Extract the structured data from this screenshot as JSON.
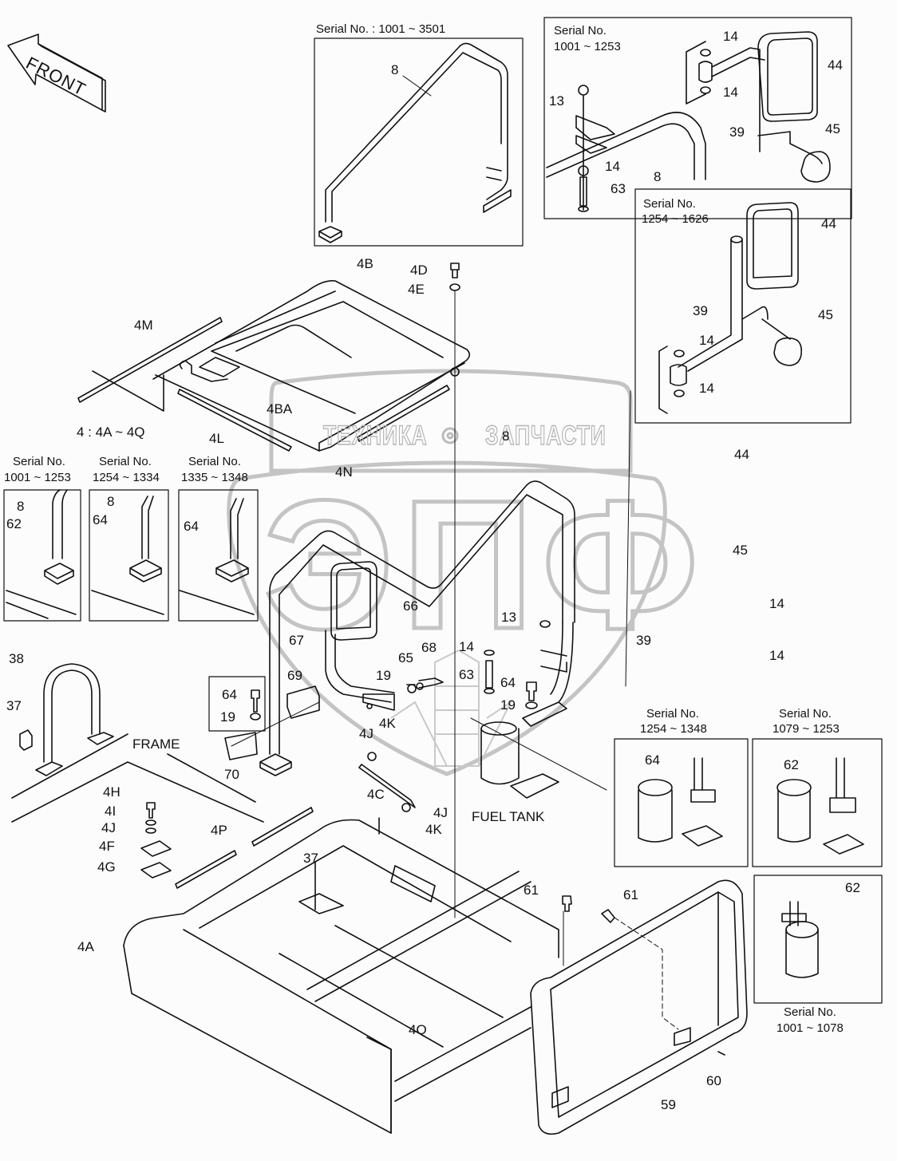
{
  "diagram": {
    "direction_indicator": "FRONT",
    "assembly_note": "4 : 4A ~ 4Q",
    "area_labels": {
      "frame": "FRAME",
      "fuel_tank": "FUEL TANK"
    },
    "watermark": {
      "left_word": "ТЕХНИКА",
      "right_word": "ЗАПЧАСТИ",
      "logo": "ЭПФ"
    },
    "insets": [
      {
        "id": "handrail-top",
        "serial_text": "Serial No. : 1001 ~ 3501",
        "parts": [
          "8"
        ]
      },
      {
        "id": "mirror-upper-right",
        "serial_title": "Serial No.",
        "serial_range": "1001 ~ 1253",
        "parts": [
          "13",
          "14",
          "14",
          "14",
          "44",
          "39",
          "45",
          "8",
          "63"
        ]
      },
      {
        "id": "mirror-mid-right",
        "serial_title": "Serial No.",
        "serial_range": "1254 ~ 1626",
        "parts": [
          "44",
          "39",
          "45",
          "14",
          "14"
        ]
      },
      {
        "id": "rail-base-a",
        "serial_title": "Serial No.",
        "serial_range": "1001 ~ 1253",
        "parts": [
          "8",
          "62"
        ]
      },
      {
        "id": "rail-base-b",
        "serial_title": "Serial No.",
        "serial_range": "1254 ~ 1334",
        "parts": [
          "8",
          "64"
        ]
      },
      {
        "id": "rail-base-c",
        "serial_title": "Serial No.",
        "serial_range": "1335 ~ 1348",
        "parts": [
          "64"
        ]
      },
      {
        "id": "clamp-bolt",
        "parts": [
          "64",
          "19"
        ]
      },
      {
        "id": "tank-mount-a",
        "serial_title": "Serial No.",
        "serial_range": "1254 ~ 1348",
        "parts": [
          "64"
        ]
      },
      {
        "id": "tank-mount-b",
        "serial_title": "Serial No.",
        "serial_range": "1079 ~ 1253",
        "parts": [
          "62"
        ]
      },
      {
        "id": "tank-mount-c",
        "serial_title": "Serial No.",
        "serial_range": "1001 ~ 1078",
        "parts": [
          "62"
        ]
      }
    ],
    "callouts": {
      "c_8_top": "8",
      "c_14_a": "14",
      "c_14_b": "14",
      "c_13_a": "13",
      "c_14_c": "14",
      "c_63_a": "63",
      "c_8_b": "8",
      "c_44_a": "44",
      "c_39_a": "39",
      "c_45_a": "45",
      "c_44_b": "44",
      "c_39_b": "39",
      "c_45_b": "45",
      "c_14_d": "14",
      "c_14_e": "14",
      "c_4B": "4B",
      "c_4D": "4D",
      "c_4E": "4E",
      "c_4M": "4M",
      "c_4BA": "4BA",
      "c_4L": "4L",
      "c_4N": "4N",
      "c_8_main": "8",
      "c_8_ia": "8",
      "c_62_ia": "62",
      "c_8_ib": "8",
      "c_64_ib": "64",
      "c_64_ic": "64",
      "c_44_c": "44",
      "c_45_c": "45",
      "c_39_c": "39",
      "c_14_f": "14",
      "c_14_g": "14",
      "c_66": "66",
      "c_67": "67",
      "c_13_b": "13",
      "c_14_h": "14",
      "c_63_b": "63",
      "c_68": "68",
      "c_65": "65",
      "c_19_a": "19",
      "c_64_a": "64",
      "c_19_b": "19",
      "c_69": "69",
      "c_64_b": "64",
      "c_19_c": "19",
      "c_70": "70",
      "c_4J_a": "4J",
      "c_4K_a": "4K",
      "c_4C": "4C",
      "c_4J_b": "4J",
      "c_4K_b": "4K",
      "c_38": "38",
      "c_37_a": "37",
      "c_4H": "4H",
      "c_4I": "4I",
      "c_4J_c": "4J",
      "c_4F": "4F",
      "c_4G": "4G",
      "c_4P": "4P",
      "c_37_b": "37",
      "c_4A": "4A",
      "c_4Q": "4Q",
      "c_61_a": "61",
      "c_61_b": "61",
      "c_60": "60",
      "c_59": "59",
      "c_64_tm": "64",
      "c_62_tm": "62",
      "c_62_tc": "62"
    }
  }
}
